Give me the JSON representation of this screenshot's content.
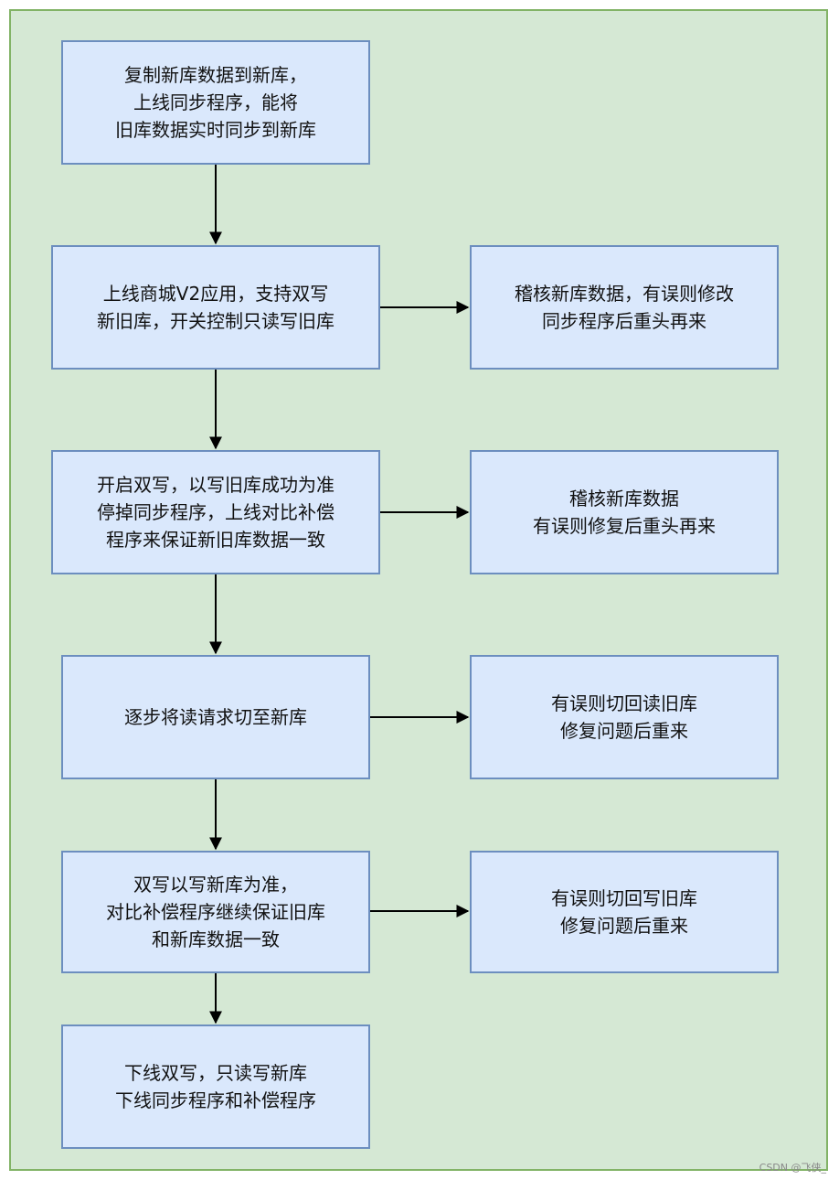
{
  "main_flow": [
    {
      "text": "复制新库数据到新库，\n上线同步程序，能将\n旧库数据实时同步到新库"
    },
    {
      "text": "上线商城V2应用，支持双写\n新旧库，开关控制只读写旧库"
    },
    {
      "text": "开启双写，以写旧库成功为准\n停掉同步程序，上线对比补偿\n程序来保证新旧库数据一致"
    },
    {
      "text": "逐步将读请求切至新库"
    },
    {
      "text": "双写以写新库为准，\n对比补偿程序继续保证旧库\n和新库数据一致"
    },
    {
      "text": "下线双写，只读写新库\n下线同步程序和补偿程序"
    }
  ],
  "side_flow": [
    {
      "text": "稽核新库数据，有误则修改\n同步程序后重头再来"
    },
    {
      "text": "稽核新库数据\n有误则修复后重头再来"
    },
    {
      "text": "有误则切回读旧库\n修复问题后重来"
    },
    {
      "text": "有误则切回写旧库\n修复问题后重来"
    }
  ],
  "watermark": "CSDN @飞侠_",
  "colors": {
    "panel_fill": "#d5e8d4",
    "panel_border": "#82b366",
    "box_fill": "#dae8fc",
    "box_border": "#6c8ebf",
    "arrow": "#000000"
  }
}
